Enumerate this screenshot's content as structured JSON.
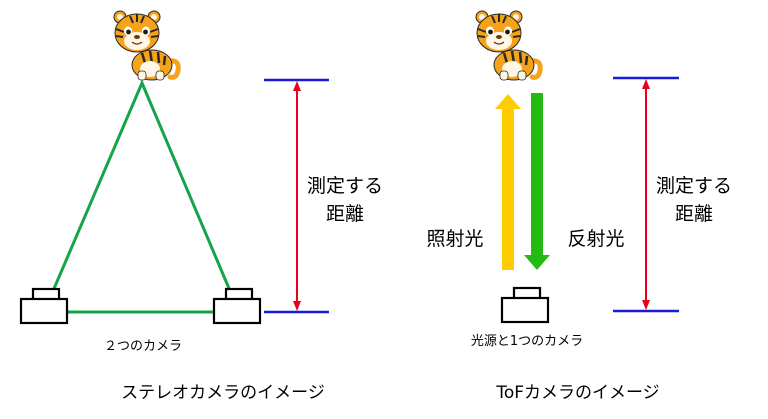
{
  "stereo": {
    "measure_label_line1": "測定する",
    "measure_label_line2": "距離",
    "cameras_caption": "２つのカメラ",
    "title": "ステレオカメラのイメージ"
  },
  "tof": {
    "emit_label": "照射光",
    "reflect_label": "反射光",
    "measure_label_line1": "測定する",
    "measure_label_line2": "距離",
    "camera_caption": "光源と1つのカメラ",
    "title": "ToFカメラのイメージ"
  },
  "colors": {
    "triangle": "#17a34a",
    "distance_arrow": "#e8001c",
    "baseline": "#1a1adb",
    "emit_arrow": "#ffcc00",
    "reflect_arrow": "#22bb11",
    "tiger_body": "#f5a31a",
    "tiger_stripe": "#2a2a2a"
  },
  "icons": [
    "tiger-icon",
    "camera-icon"
  ]
}
